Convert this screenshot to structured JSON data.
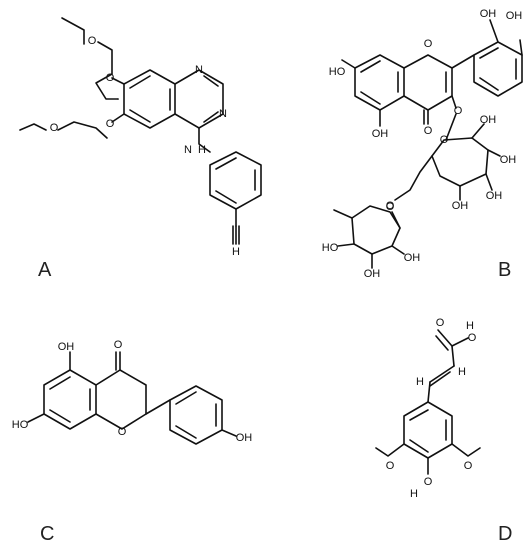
{
  "panels": [
    {
      "label": "A",
      "name": "quinazoline-ethynylphenyl-structure"
    },
    {
      "label": "B",
      "name": "flavonol-glycoside-structure"
    },
    {
      "label": "C",
      "name": "flavanone-structure"
    },
    {
      "label": "D",
      "name": "cinnamic-acid-structure"
    }
  ],
  "atoms": {
    "O": "O",
    "OH": "OH",
    "HO": "HO",
    "H": "H",
    "N": "N"
  }
}
